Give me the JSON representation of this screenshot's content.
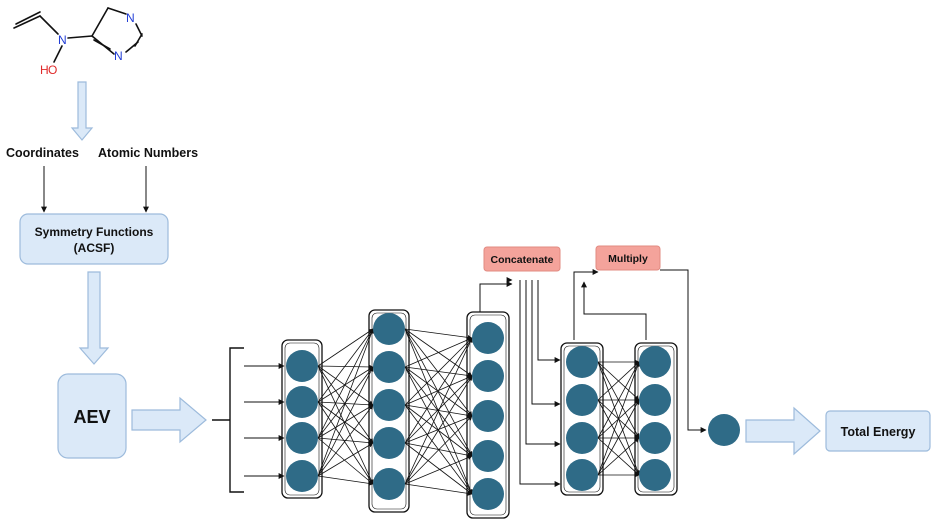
{
  "molecule": {
    "atoms": {
      "n1": "N",
      "n2": "N",
      "n3": "N",
      "o": "O",
      "h": "H"
    }
  },
  "inputs": {
    "coordinates": "Coordinates",
    "atomic_numbers": "Atomic Numbers"
  },
  "symmetry": {
    "line1": "Symmetry Functions",
    "line2": "(ACSF)"
  },
  "aev": "AEV",
  "concatenate": "Concatenate",
  "multiply": "Multiply",
  "output": "Total Energy",
  "network": {
    "layer_sizes": [
      4,
      5,
      5,
      4,
      4,
      1
    ]
  },
  "colors": {
    "node": "#2f6b87",
    "box_fill": "#dbe9f8",
    "box_stroke": "#9dbbdc",
    "op_fill": "#f4a39b",
    "op_stroke": "#e28b82",
    "heteroatom_n": "#1f3bd6",
    "heteroatom_o": "#e02a2a"
  }
}
